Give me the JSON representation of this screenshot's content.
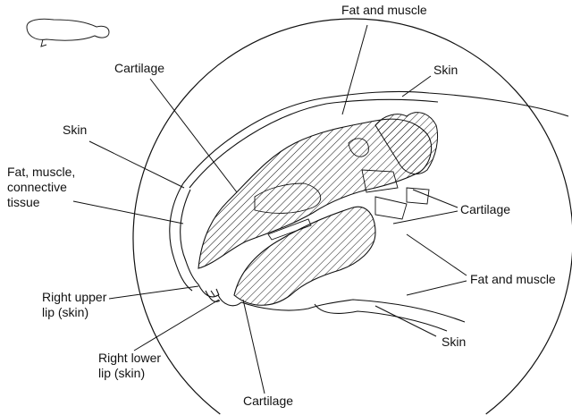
{
  "labels": {
    "fat_muscle_top": "Fat and muscle",
    "cartilage_top": "Cartilage",
    "skin_top_right": "Skin",
    "skin_left": "Skin",
    "fat_muscle_connective": [
      "Fat, muscle,",
      "connective",
      "tissue"
    ],
    "cartilage_right": "Cartilage",
    "fat_muscle_right": "Fat and muscle",
    "right_upper_lip": [
      "Right upper",
      "lip (skin)"
    ],
    "skin_bottom_right": "Skin",
    "right_lower_lip": [
      "Right lower",
      "lip (skin)"
    ],
    "cartilage_bottom": "Cartilage"
  },
  "colors": {
    "ink": "#111111",
    "background": "#ffffff"
  }
}
